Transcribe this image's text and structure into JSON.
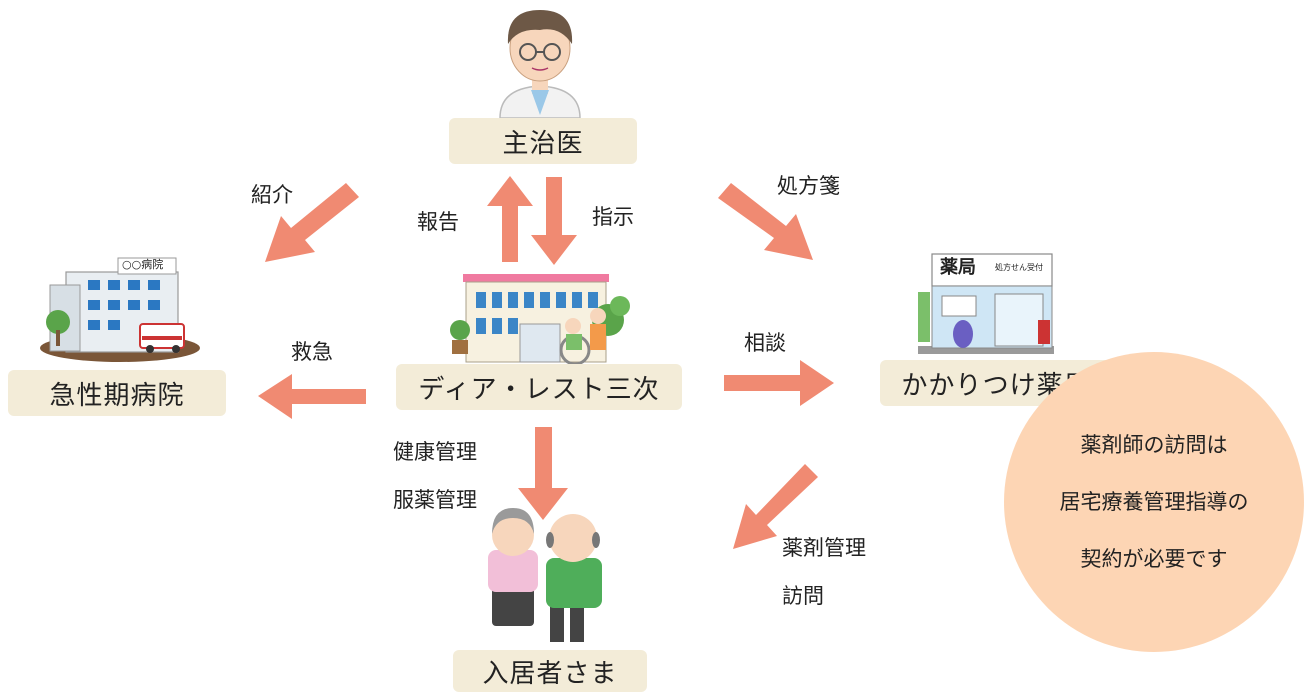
{
  "nodes": {
    "doctor": "主治医",
    "hospital": "急性期病院",
    "facility": "ディア・レスト三次",
    "pharmacy": "かかりつけ薬局",
    "residents": "入居者さま"
  },
  "edges": {
    "referral": "紹介",
    "report": "報告",
    "instruction": "指示",
    "prescription": "処方箋",
    "emergency": "救急",
    "consultation": "相談",
    "health_mgmt": "健康管理",
    "medication_mgmt": "服薬管理",
    "drug_mgmt": "薬剤管理",
    "visit": "訪問"
  },
  "hospital_sign": "○○病院",
  "pharmacy_sign": "薬局",
  "pharmacy_small_sign": "処方せん受付",
  "note_lines": [
    "薬剤師の訪問は",
    "居宅療養管理指導の",
    "契約が必要です"
  ],
  "colors": {
    "arrow": "#f08a72",
    "box": "#f3ecd8",
    "note": "#fdd5b4"
  }
}
